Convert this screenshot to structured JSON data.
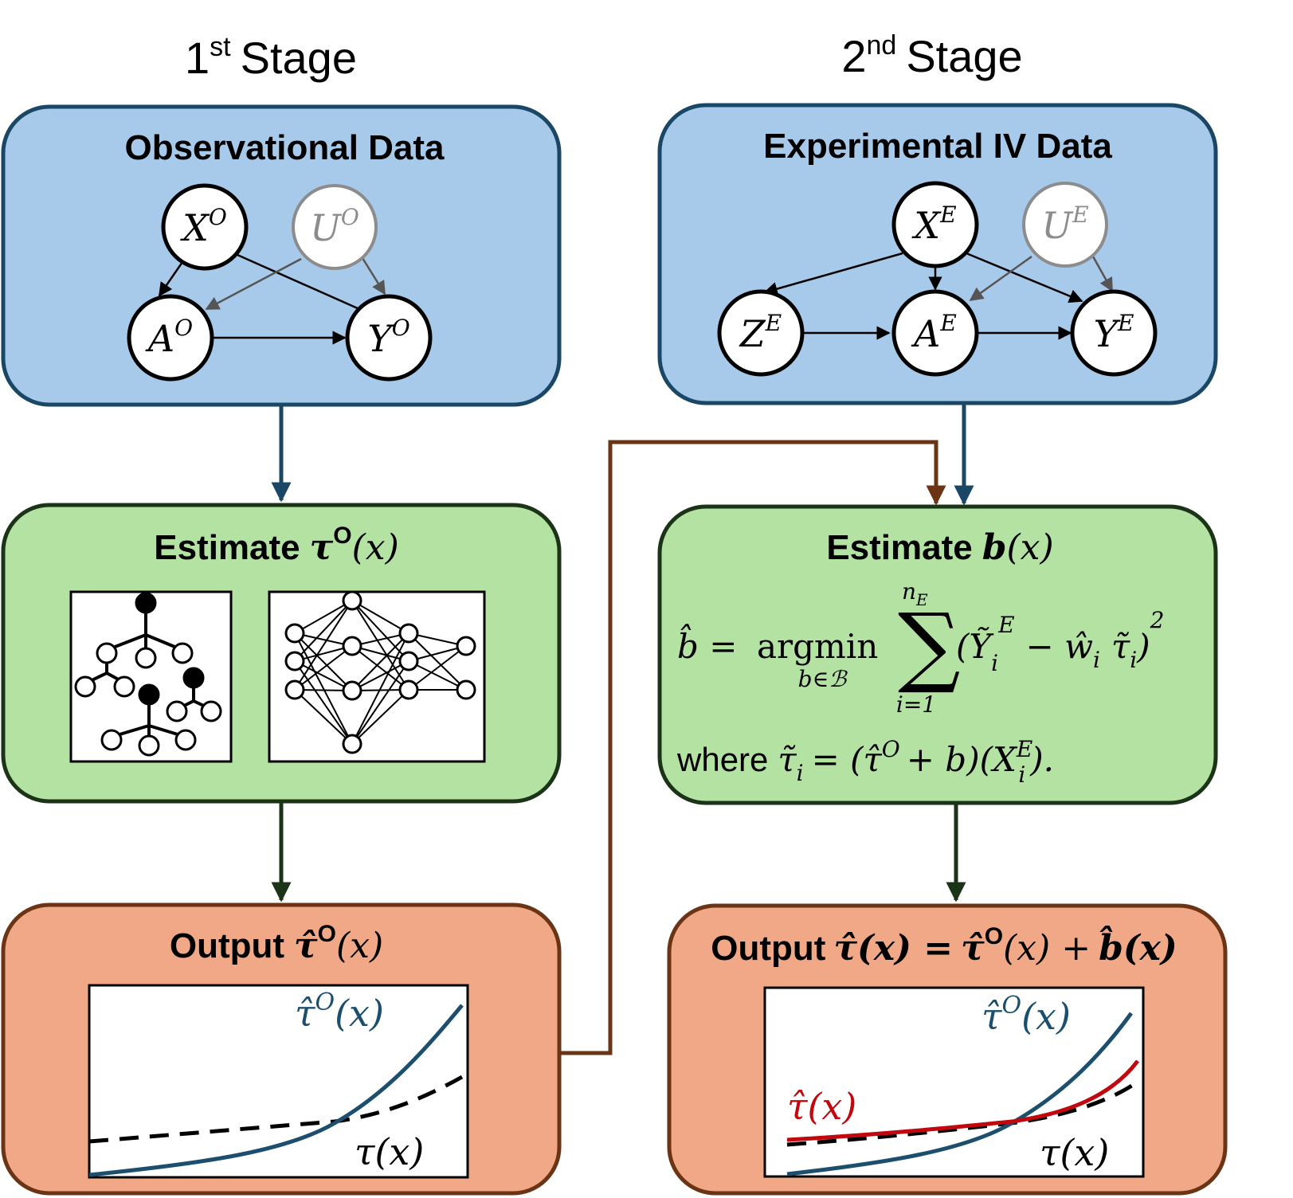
{
  "stages": {
    "first": {
      "number": "1",
      "suffix": "st",
      "word": "Stage"
    },
    "second": {
      "number": "2",
      "suffix": "nd",
      "word": "Stage"
    }
  },
  "boxes": {
    "observational": {
      "title": "Observational Data"
    },
    "experimental": {
      "title": "Experimental IV Data"
    },
    "estimate_tau": {
      "title": "Estimate",
      "math": "τ",
      "sup": "O",
      "arg": "(x)"
    },
    "estimate_b": {
      "title": "Estimate",
      "math": "b",
      "arg": "(x)"
    },
    "output_tau": {
      "title": "Output",
      "math": "τ̂",
      "sup": "O",
      "arg": "(x)"
    },
    "output_final": {
      "title": "Output",
      "lhs": "τ̂(x) =",
      "mid": "τ̂",
      "sup": "O",
      "arg": "(x) +",
      "rhs": "b̂(x)"
    }
  },
  "graph_observational": {
    "nodes": [
      {
        "id": "X",
        "label": "X",
        "sup": "O"
      },
      {
        "id": "U",
        "label": "U",
        "sup": "O",
        "latent": true
      },
      {
        "id": "A",
        "label": "A",
        "sup": "O"
      },
      {
        "id": "Y",
        "label": "Y",
        "sup": "O"
      }
    ]
  },
  "graph_experimental": {
    "nodes": [
      {
        "id": "X",
        "label": "X",
        "sup": "E"
      },
      {
        "id": "U",
        "label": "U",
        "sup": "E",
        "latent": true
      },
      {
        "id": "Z",
        "label": "Z",
        "sup": "E"
      },
      {
        "id": "A",
        "label": "A",
        "sup": "E"
      },
      {
        "id": "Y",
        "label": "Y",
        "sup": "E"
      }
    ]
  },
  "formula": {
    "lhs": "b̂ = ",
    "argmin": "argmin",
    "argmin_sub": "b∈ℬ",
    "sum_upper": "n",
    "sum_upper_sub": "E",
    "sum_lower": "i=1",
    "body": "(Ỹ",
    "body_sub": "i",
    "body_sup": "E",
    "minus": "− ŵ",
    "w_sub": "i",
    "tau": "τ̃",
    "tau_sub": "i",
    "close": ")",
    "power": "2",
    "where_word": "where",
    "where_lhs": "τ̃",
    "where_lhs_sub": "i",
    "where_rhs": "= (τ̂",
    "where_rhs_sup": "O",
    "where_rhs_tail": "+ b)(X",
    "where_x_sup": "E",
    "where_x_sub": "i",
    "where_end": ")."
  },
  "plot_left": {
    "labels": {
      "estimate": "τ̂",
      "estimate_sup": "O",
      "estimate_arg": "(x)",
      "truth": "τ(x)"
    }
  },
  "plot_right": {
    "labels": {
      "estimate": "τ̂",
      "estimate_sup": "O",
      "estimate_arg": "(x)",
      "corrected": "τ̂(x)",
      "truth": "τ(x)"
    }
  },
  "colors": {
    "data_box_fill": "#a7c9ea",
    "data_box_stroke": "#1b4766",
    "estimate_box_fill": "#b3e2a2",
    "estimate_box_stroke": "#1b3317",
    "output_box_fill": "#f0a886",
    "output_box_stroke": "#6a3415",
    "arrow_blue": "#1b4766",
    "arrow_green": "#1b3317",
    "arrow_brown": "#6a3415",
    "curve_blue": "#1b4f6d",
    "curve_red": "#c0080e",
    "latent_gray": "#8c8c8c"
  }
}
